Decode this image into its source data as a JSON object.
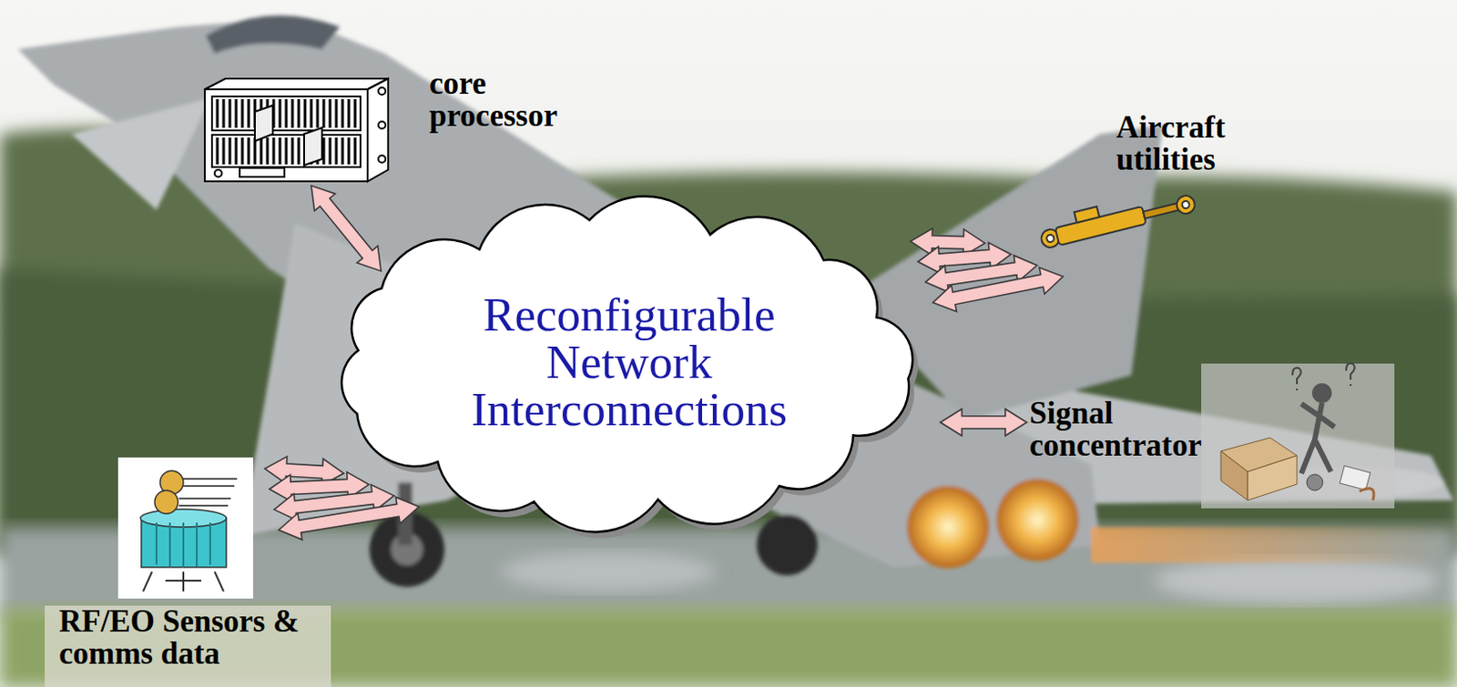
{
  "diagram": {
    "nodes": [
      {
        "text": [
          "core processor"
        ]
      },
      {
        "text": [
          "Aircraft utilities"
        ]
      },
      {
        "text": [
          "Reconfigurable Network Interconnections"
        ]
      },
      {
        "text": [
          "Signal concentrator"
        ]
      },
      {
        "text": [
          "RF/EO Sensors & comms data"
        ]
      }
    ],
    "edges": [
      {
        "from": 0,
        "to": 2,
        "arrow": "both"
      },
      {
        "from": 2,
        "to": 1,
        "arrow": "both"
      },
      {
        "from": 2,
        "to": 1,
        "arrow": "both"
      },
      {
        "from": 2,
        "to": 1,
        "arrow": "both"
      },
      {
        "from": 2,
        "to": 1,
        "arrow": "both"
      },
      {
        "from": 2,
        "to": 3,
        "arrow": "both"
      },
      {
        "from": 4,
        "to": 2,
        "arrow": "both"
      },
      {
        "from": 4,
        "to": 2,
        "arrow": "both"
      },
      {
        "from": 4,
        "to": 2,
        "arrow": "both"
      },
      {
        "from": 4,
        "to": 2,
        "arrow": "both"
      }
    ]
  }
}
